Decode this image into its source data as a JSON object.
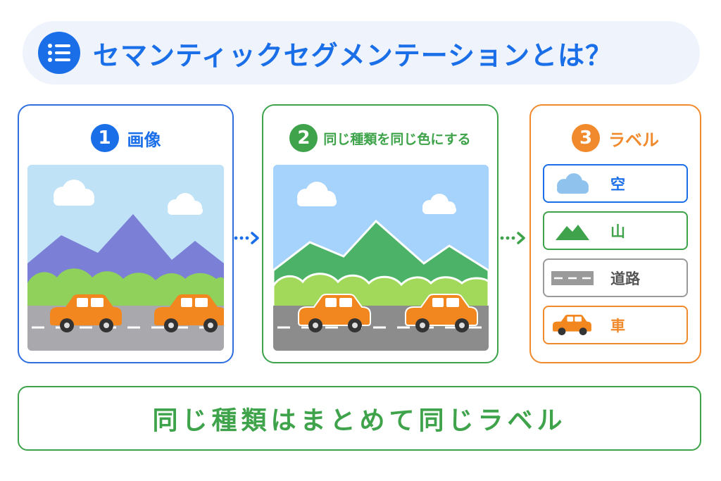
{
  "title": "セマンティックセグメンテーションとは？",
  "colors": {
    "blue": "#1a6fe8",
    "green": "#3ea34a",
    "orange": "#f08a2c"
  },
  "steps": [
    {
      "number": "1",
      "label": "画像"
    },
    {
      "number": "2",
      "label": "同じ種類を同じ色にする"
    },
    {
      "number": "3",
      "label": "ラベル"
    }
  ],
  "labels": [
    {
      "icon": "cloud-icon",
      "text": "空"
    },
    {
      "icon": "mountain-icon",
      "text": "山"
    },
    {
      "icon": "road-icon",
      "text": "道路"
    },
    {
      "icon": "car-icon",
      "text": "車"
    }
  ],
  "summary": "同じ種類はまとめて同じラベル"
}
